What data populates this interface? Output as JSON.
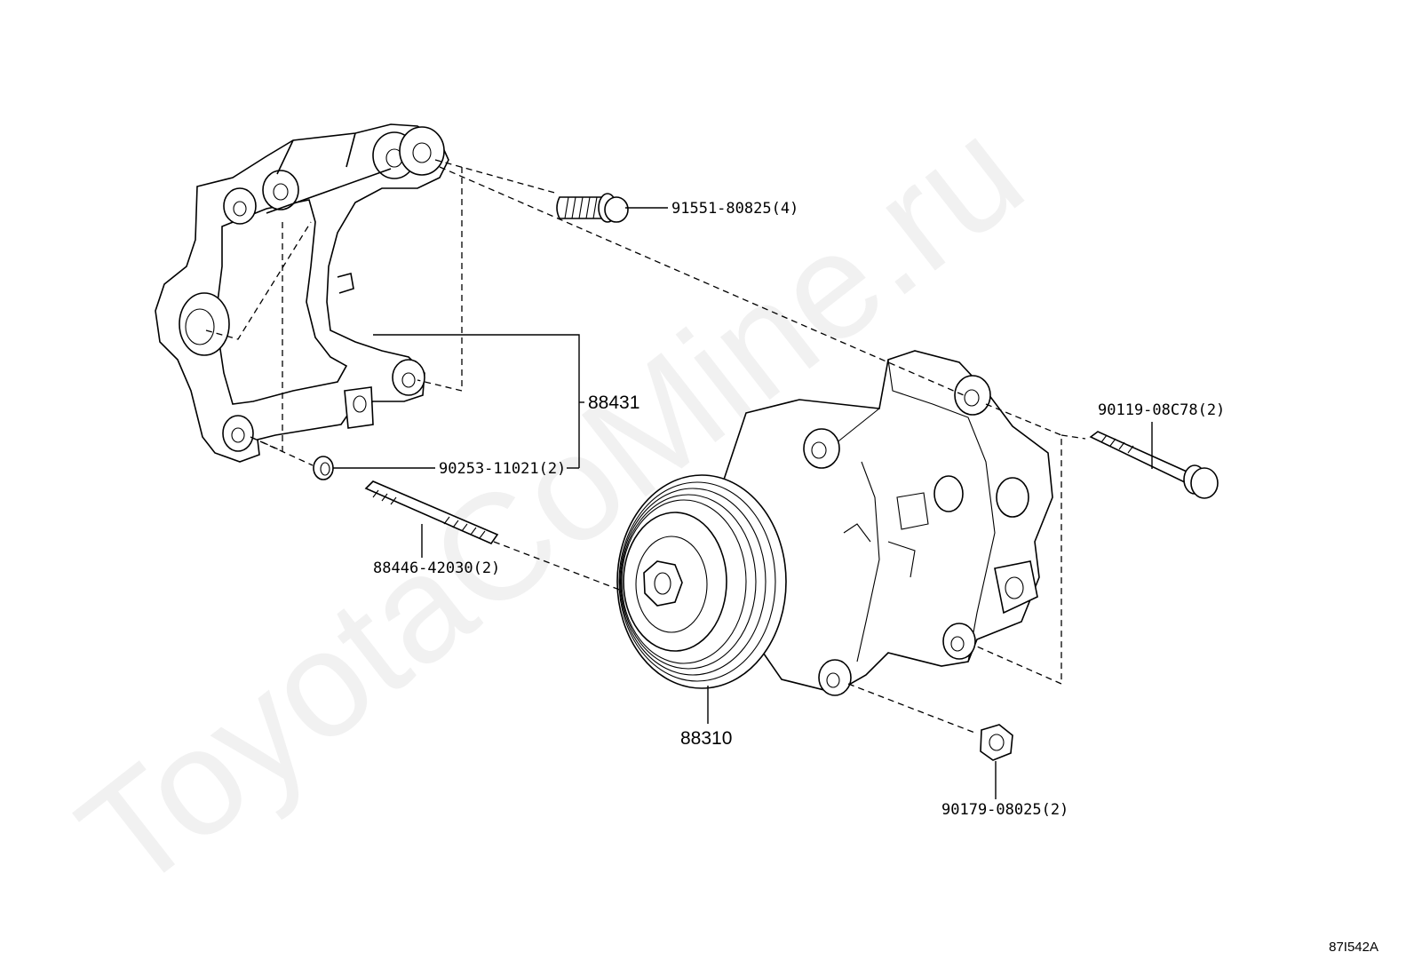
{
  "figure_id": "87I542A",
  "watermark": "ToyotaCoMine.ru",
  "parts": {
    "bracket": "88431",
    "compressor": "88310",
    "bolt_bracket": "91551-80825(4)",
    "bolt_long": "90119-08C78(2)",
    "pin": "90253-11021(2)",
    "stud": "88446-42030(2)",
    "nut": "90179-08025(2)"
  }
}
